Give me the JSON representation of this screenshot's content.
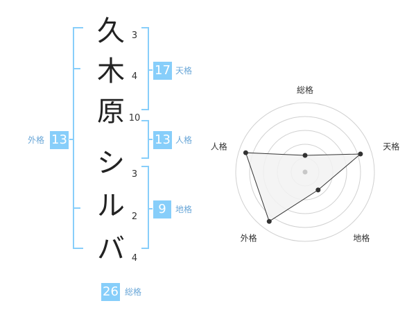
{
  "name": {
    "characters": [
      {
        "char": "久",
        "strokes": "3"
      },
      {
        "char": "木",
        "strokes": "4"
      },
      {
        "char": "原",
        "strokes": "10"
      },
      {
        "char": "シ",
        "strokes": "3"
      },
      {
        "char": "ル",
        "strokes": "2"
      },
      {
        "char": "バ",
        "strokes": "4"
      }
    ]
  },
  "fortune": {
    "tenkaku": {
      "value": "17",
      "label": "天格"
    },
    "jinkaku": {
      "value": "13",
      "label": "人格"
    },
    "chikaku": {
      "value": "9",
      "label": "地格"
    },
    "gaikaku": {
      "value": "13",
      "label": "外格"
    },
    "soukaku": {
      "value": "26",
      "label": "総格"
    }
  },
  "chart_data": {
    "type": "radar",
    "axes": [
      "総格",
      "天格",
      "地格",
      "外格",
      "人格"
    ],
    "values": [
      1.2,
      4.2,
      1.6,
      4.4,
      4.5
    ],
    "rmax": 5,
    "rings": 5
  },
  "colors": {
    "accent": "#87CEFA",
    "bracket": "#87CEFA",
    "label": "#6aa7d8",
    "radar_fill": "#f2f2f2",
    "radar_line": "#333333",
    "ring": "#d0d0d0"
  }
}
